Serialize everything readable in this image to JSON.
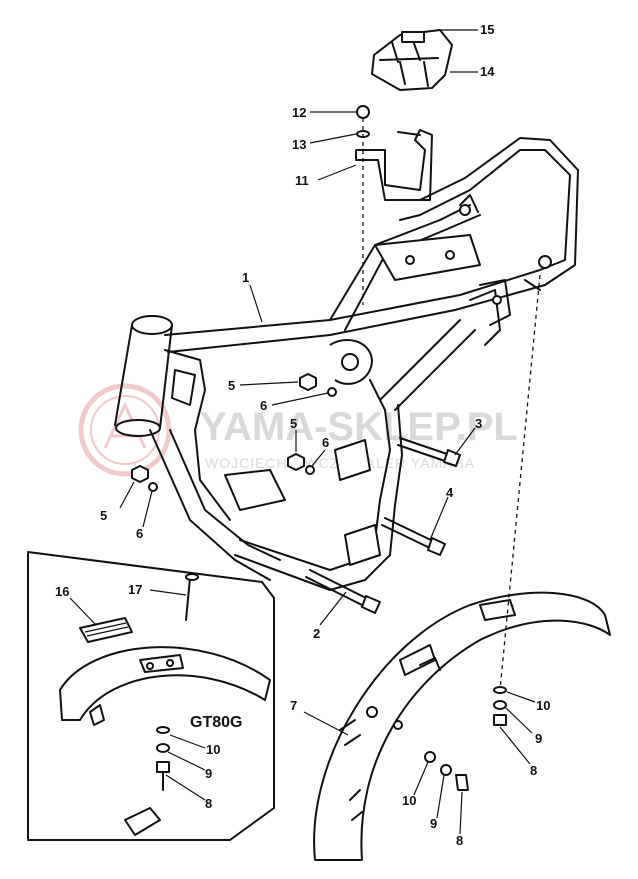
{
  "watermark": {
    "main": "YAMA-SKLEP.PL",
    "sub": "WOJCIECH OWCZ  DEALER YAMAHA",
    "logo": "yamaha-tuning-fork-logo"
  },
  "inset": {
    "model_label": "GT80G"
  },
  "callouts": {
    "c1": "1",
    "c2": "2",
    "c3": "3",
    "c4": "4",
    "c5a": "5",
    "c5b": "5",
    "c5c": "5",
    "c6a": "6",
    "c6b": "6",
    "c6c": "6",
    "c7": "7",
    "c8a": "8",
    "c8b": "8",
    "c8c": "8",
    "c9a": "9",
    "c9b": "9",
    "c9c": "9",
    "c10a": "10",
    "c10b": "10",
    "c10c": "10",
    "c11": "11",
    "c12": "12",
    "c13": "13",
    "c14": "14",
    "c15": "15",
    "c16": "16",
    "c17": "17"
  },
  "colors": {
    "line": "#111111",
    "watermark": "#d9d9d9",
    "logo": "#e8a0a0"
  }
}
